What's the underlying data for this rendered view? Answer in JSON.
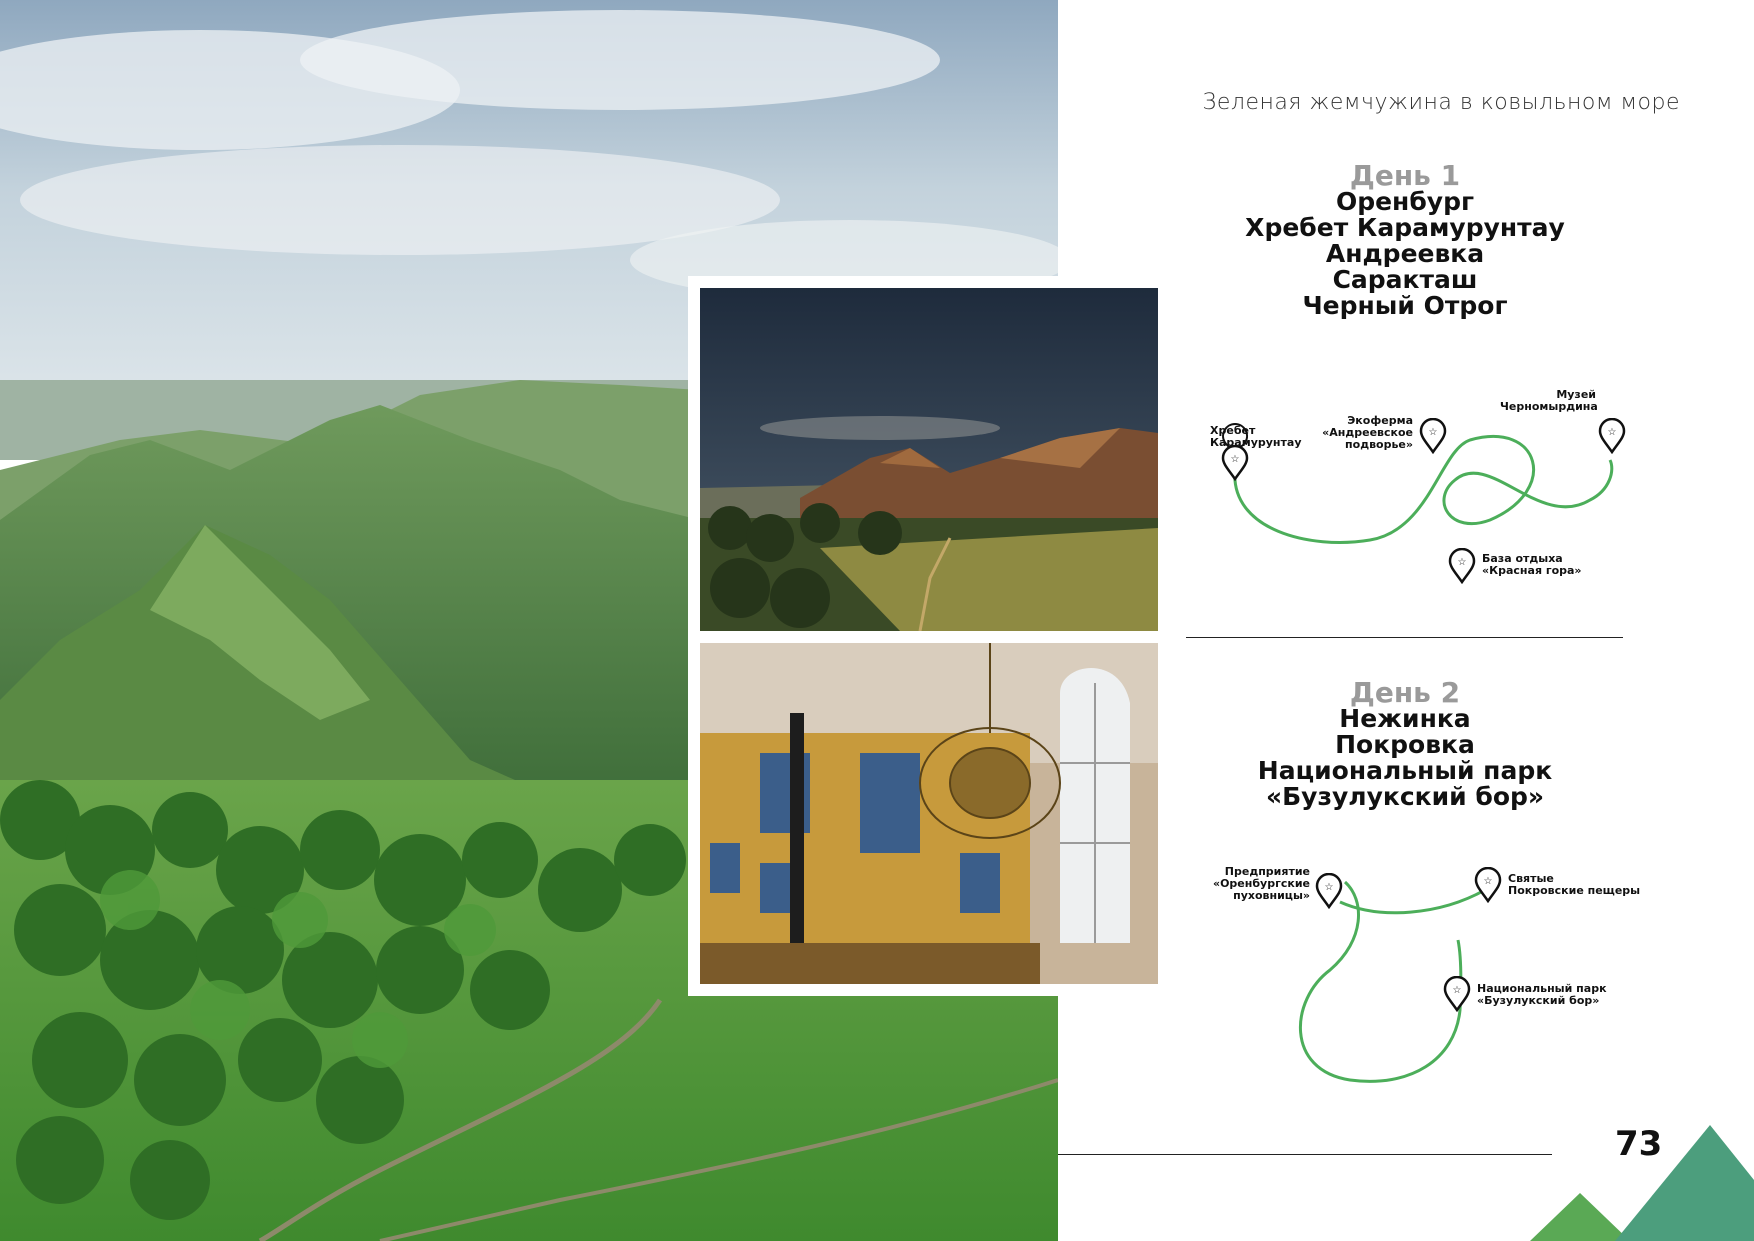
{
  "header": {
    "subtitle": "Зеленая жемчужина в ковыльном море"
  },
  "day1": {
    "label": "День 1",
    "stops": [
      "Оренбург",
      "Хребет Карамурунтау",
      "Андреевка",
      "Саракташ",
      "Черный Отрог"
    ],
    "route_points": [
      {
        "lines": [
          "Хребет",
          "Карамурунтау"
        ]
      },
      {
        "lines": [
          "Экоферма",
          "«Андреевское",
          "подворье»"
        ]
      },
      {
        "lines": [
          "Музей",
          "Черномырдина"
        ]
      },
      {
        "lines": [
          "База отдыха",
          "«Красная гора»"
        ]
      }
    ]
  },
  "day2": {
    "label": "День 2",
    "stops": [
      "Нежинка",
      "Покровка",
      "Национальный парк",
      "«Бузулукский бор»"
    ],
    "route_points": [
      {
        "lines": [
          "Предприятие",
          "«Оренбургские",
          "пуховницы»"
        ]
      },
      {
        "lines": [
          "Святые",
          "Покровские пещеры"
        ]
      },
      {
        "lines": [
          "Национальный парк",
          "«Бузулукский бор»"
        ]
      }
    ]
  },
  "footer": {
    "page_number": "73"
  },
  "colors": {
    "route_green": "#4cae5a",
    "accent_teal": "#4c9e7d",
    "accent_green": "#5aa955"
  },
  "images": [
    {
      "name": "mountain-ridge-aerial-photo"
    },
    {
      "name": "hills-at-sunset-photo"
    },
    {
      "name": "church-iconostasis-photo"
    }
  ]
}
